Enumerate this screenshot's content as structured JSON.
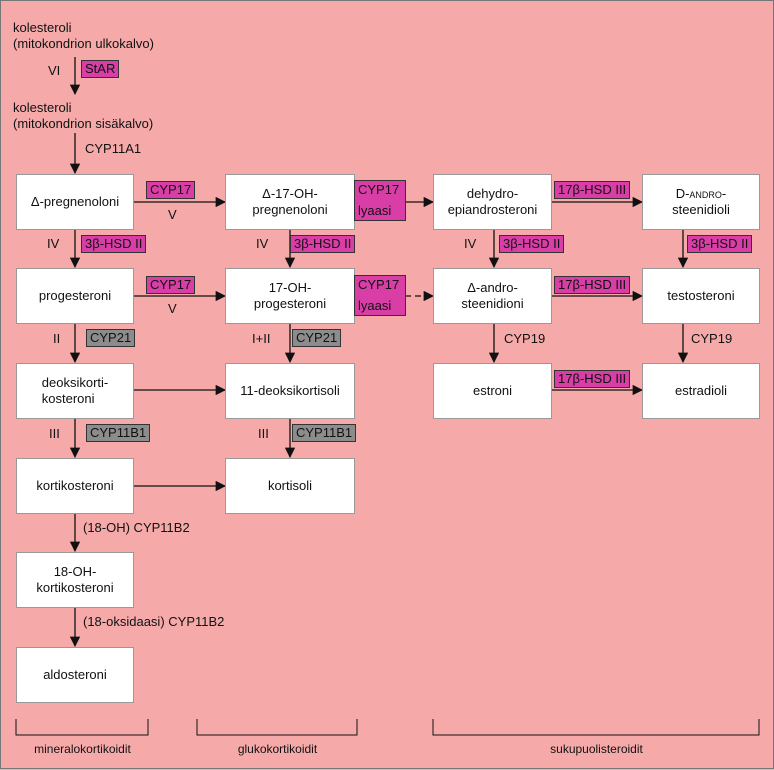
{
  "colors": {
    "background": "#f5aaa9",
    "enzyme_tag": "#d93ea6",
    "enzyme_tag_grey": "#8c8c8c",
    "box": "#ffffff"
  },
  "top": {
    "chol_outer_l1": "kolesteroli",
    "chol_outer_l2": "(mitokondrion ulkokalvo)",
    "chol_inner_l1": "kolesteroli",
    "chol_inner_l2": "(mitokondrion sisäkalvo)",
    "vi": "VI",
    "star": "StAR",
    "cyp11a1": "CYP11A1"
  },
  "boxes": {
    "pregnenolone": "Δ-pregnenoloni",
    "oh17_preg_l1": "Δ-17-OH-",
    "oh17_preg_l2": "pregnenoloni",
    "dhea_l1": "dehydro-",
    "dhea_l2": "epiandrosteroni",
    "androstenediol_l1": "D-andro-",
    "androstenediol_l2": "steenidioli",
    "progesterone": "progesteroni",
    "oh17_prog_l1": "17-OH-",
    "oh17_prog_l2": "progesteroni",
    "androstenedione_l1": "Δ-andro-",
    "androstenedione_l2": "steenidioni",
    "testosterone": "testosteroni",
    "doc_l1": "deoksikorti-",
    "doc_l2": "kosteroni",
    "deoxycortisol": "11-deoksikortisoli",
    "estrone": "estroni",
    "estradiol": "estradioli",
    "corticosterone": "kortikosteroni",
    "cortisol": "kortisoli",
    "oh18_l1": "18-OH-",
    "oh18_l2": "kortikosteroni",
    "aldosterone": "aldosteroni"
  },
  "enzymes": {
    "cyp17": "CYP17",
    "lyaasi": "lyaasi",
    "hsd3b2": "3β-HSD II",
    "hsd17b3": "17β-HSD III",
    "cyp21": "CYP21",
    "cyp11b1": "CYP11B1",
    "cyp19": "CYP19",
    "oh18_cyp11b2": "(18-OH) CYP11B2",
    "oks18_cyp11b2": "(18-oksidaasi) CYP11B2"
  },
  "roman": {
    "iv": "IV",
    "v": "V",
    "ii": "II",
    "i_ii": "I+II",
    "iii": "III"
  },
  "groups": {
    "mineralo": "mineralokortikoidit",
    "gluko": "glukokortikoidit",
    "sex": "sukupuolisteroidit"
  }
}
